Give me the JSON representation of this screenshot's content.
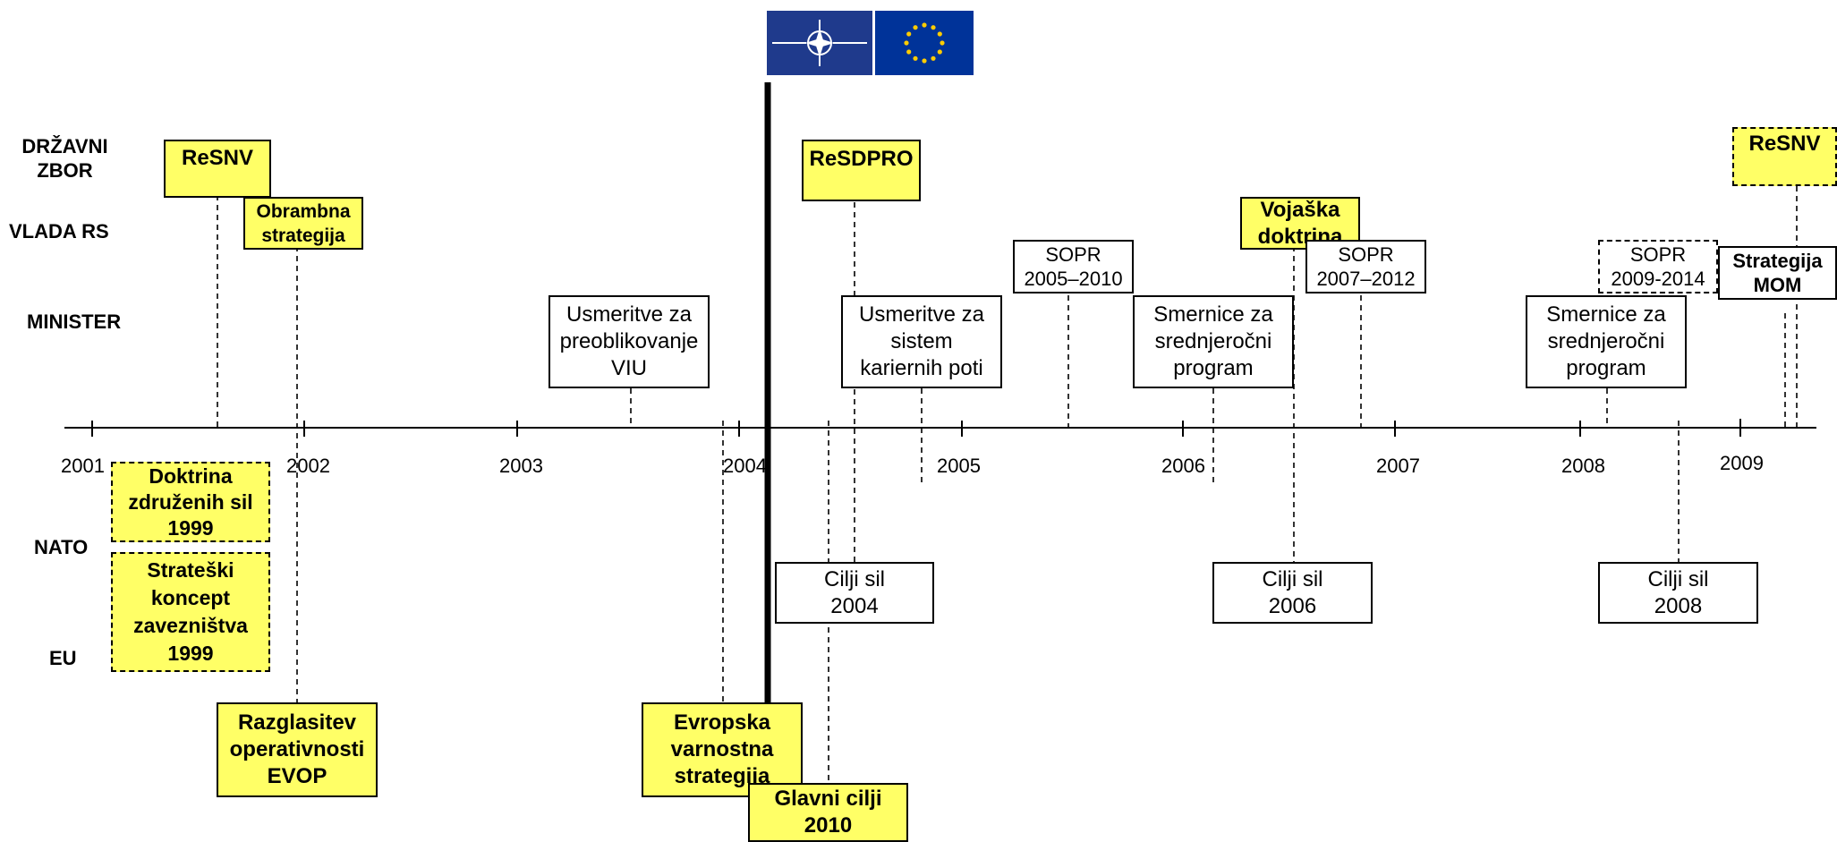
{
  "colors": {
    "highlight": "#ffff66",
    "line": "#000000",
    "nato_blue": "#1f3a8c",
    "eu_blue": "#003399",
    "eu_star": "#ffcc00"
  },
  "emblems": {
    "nato": "nato-compass-emblem",
    "eu": "eu-flag-stars"
  },
  "row_labels": {
    "drzavni_zbor": "DRŽAVNI\nZBOR",
    "vlada": "VLADA RS",
    "minister": "MINISTER",
    "nato": "NATO",
    "eu": "EU"
  },
  "years": [
    "2001",
    "2002",
    "2003",
    "2004",
    "2005",
    "2006",
    "2007",
    "2008",
    "2009"
  ],
  "boxes": {
    "resnv_2001": "ReSNV",
    "obrambna": "Obrambna\nstrategija",
    "resdpro": "ReSDPRO",
    "vojaska": "Vojaška\ndoktrina",
    "resnv_2009": "ReSNV",
    "sopr_2005": "SOPR\n2005–2010",
    "sopr_2007": "SOPR\n2007–2012",
    "sopr_2009": "SOPR\n2009-2014",
    "strategija_mom": "Strategija\nMOM",
    "usmeritve_viu": "Usmeritve za\npreoblikovanje\nVIU",
    "usmeritve_kariernih": "Usmeritve za\nsistem\nkariernih poti",
    "smernice_2006": "Smernice za\nsrednjeročni\nprogram",
    "smernice_2008": "Smernice za\nsrednjeročni\nprogram",
    "doktrina_1999": "Doktrina\nzdruženih sil\n1999",
    "strateski_1999": "Strateški\nkoncept\nzavezništva\n1999",
    "cilji_2004": "Cilji sil\n2004",
    "cilji_2006": "Cilji sil\n2006",
    "cilji_2008": "Cilji sil\n2008",
    "razglasitev": "Razglasitev\noperativnosti\nEVOP",
    "evropska": "Evropska\nvarnostna\nstrategija",
    "glavni_cilji": "Glavni cilji\n2010"
  }
}
